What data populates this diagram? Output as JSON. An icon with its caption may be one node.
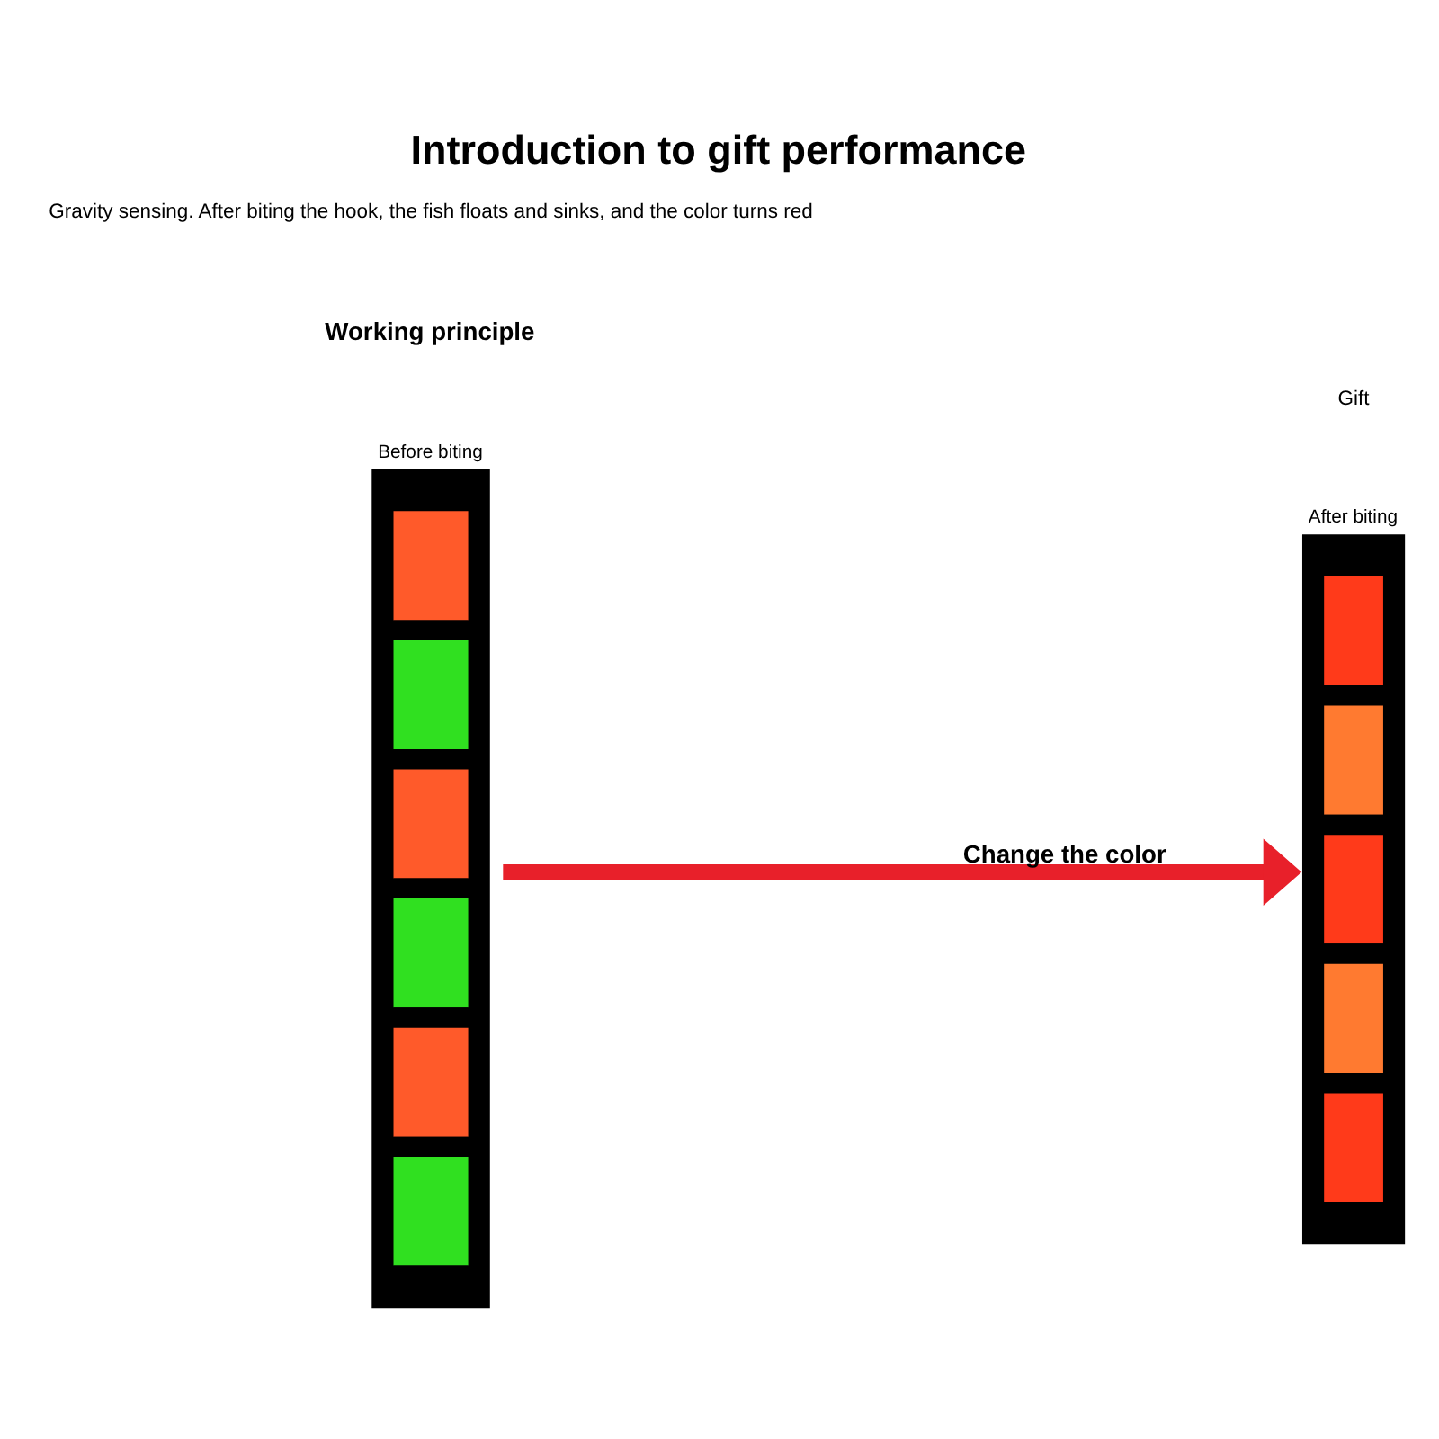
{
  "diagram": {
    "title": "Introduction to gift performance",
    "nodes": [
      {
        "text": [
          "Before biting"
        ]
      },
      {
        "text": [
          "After biting"
        ]
      }
    ],
    "edges": [
      {
        "from": 0,
        "to": 1,
        "arrow": "to",
        "label": "Change the color"
      }
    ],
    "labels": [
      "Gift",
      "Working principle",
      "Gravity sensing. After biting the hook, the fish floats and sinks, and the color turns red"
    ]
  }
}
